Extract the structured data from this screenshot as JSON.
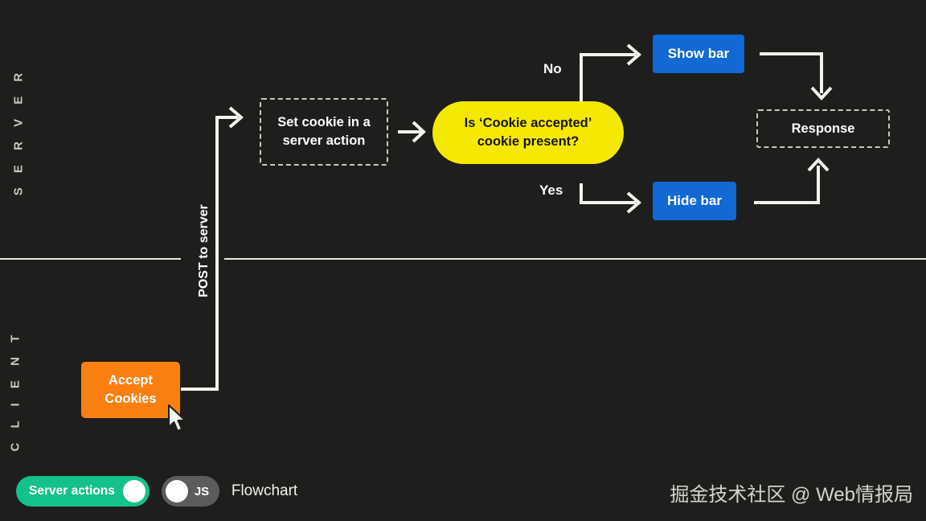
{
  "diagram": {
    "title": "Flowchart",
    "lanes": [
      {
        "name": "server",
        "label": "S E R V E R"
      },
      {
        "name": "client",
        "label": "C L I E N T"
      }
    ],
    "nodes": {
      "accept_cookies": {
        "label_line1": "Accept",
        "label_line2": "Cookies",
        "color": "#f98010"
      },
      "set_cookie": {
        "label_line1": "Set cookie in a",
        "label_line2": "server action",
        "style": "dashed"
      },
      "decision": {
        "label_line1": "Is ‘Cookie accepted’",
        "label_line2": "cookie present?",
        "color": "#f5e900"
      },
      "show_bar": {
        "label": "Show bar",
        "color": "#1269d3"
      },
      "hide_bar": {
        "label": "Hide bar",
        "color": "#1269d3"
      },
      "response": {
        "label": "Response",
        "style": "dashed"
      }
    },
    "edges": {
      "post_to_server": "POST to server",
      "branch_no": "No",
      "branch_yes": "Yes"
    }
  },
  "bottom_bar": {
    "server_actions_toggle": {
      "label": "Server actions",
      "state": "on",
      "color": "#14c18a"
    },
    "js_toggle": {
      "label": "JS",
      "state": "off",
      "color": "#5c5c5a"
    },
    "caption": "Flowchart"
  },
  "watermark": {
    "text": "掘金技术社区 @ Web情报局"
  },
  "colors": {
    "background": "#1e1e1c",
    "stroke": "#f2f2ef",
    "accent_blue": "#1269d3",
    "accent_yellow": "#f5e900",
    "accent_orange": "#f98010",
    "accent_green": "#14c18a"
  }
}
